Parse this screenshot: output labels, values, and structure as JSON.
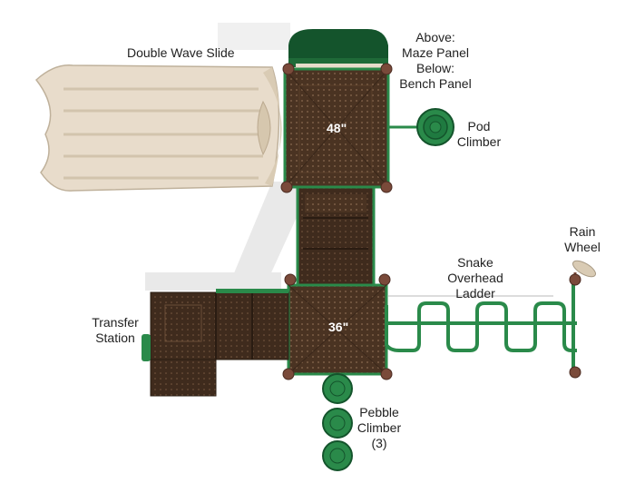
{
  "labels": {
    "double_wave_slide": "Double Wave Slide",
    "maze_panel": [
      "Above:",
      "Maze Panel",
      "Below:",
      "Bench Panel"
    ],
    "pod_climber": [
      "Pod",
      "Climber"
    ],
    "rain_wheel": [
      "Rain",
      "Wheel"
    ],
    "snake_ladder": [
      "Snake",
      "Overhead",
      "Ladder"
    ],
    "transfer_station": [
      "Transfer",
      "Station"
    ],
    "pebble_climber": [
      "Pebble",
      "Climber",
      "(3)"
    ]
  },
  "deck_heights": {
    "upper": "48\"",
    "lower": "36\""
  },
  "colors": {
    "deck": "#4a3322",
    "deck_dark": "#2f2016",
    "post": "#7a4a3a",
    "green": "#2a8a4a",
    "green_dark": "#14542c",
    "slide": "#e8dccb",
    "slide_shade": "#cdbfa9",
    "shadow": "#e6e6e6"
  }
}
